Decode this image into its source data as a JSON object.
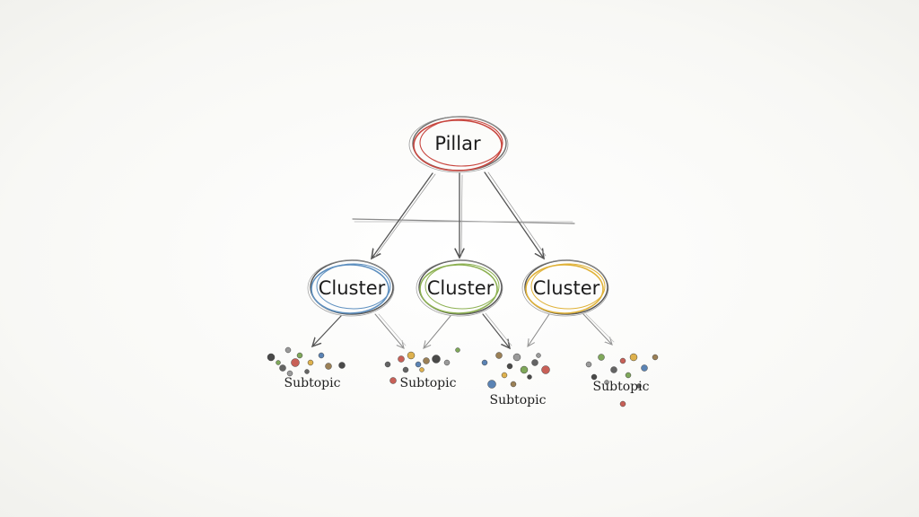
{
  "diagram": {
    "pillar": {
      "label": "Pillar",
      "color": "#c8463f"
    },
    "clusters": [
      {
        "label": "Cluster",
        "color": "#5d8fbf"
      },
      {
        "label": "Cluster",
        "color": "#8db152"
      },
      {
        "label": "Cluster",
        "color": "#e0b238"
      }
    ],
    "subtopics": [
      {
        "label": "Subtopic"
      },
      {
        "label": "Subtopic"
      },
      {
        "label": "Subtopic"
      },
      {
        "label": "Subtopic"
      }
    ],
    "dot_colors": [
      "#2b2b2b",
      "#4a4a4a",
      "#3f6fa8",
      "#8a8a8a",
      "#c0453b",
      "#8b6b3a",
      "#6a9a3f",
      "#d9a530"
    ]
  }
}
